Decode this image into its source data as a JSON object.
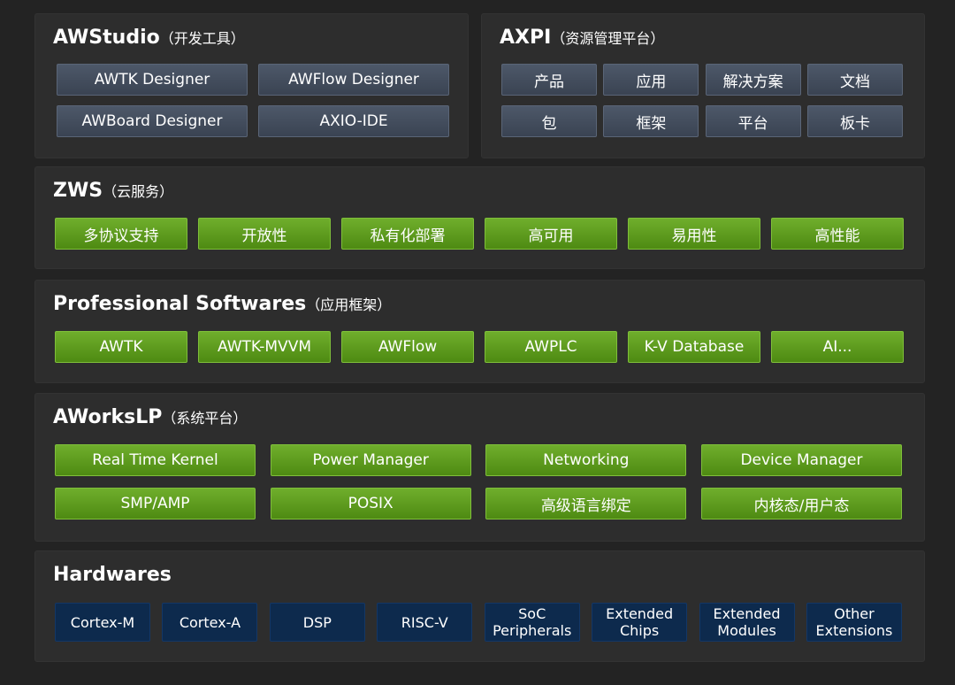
{
  "awstudio": {
    "title": "AWStudio",
    "subtitle": "（开发工具）",
    "items": [
      "AWTK Designer",
      "AWFlow Designer",
      "AWBoard Designer",
      "AXIO-IDE"
    ]
  },
  "axpi": {
    "title": "AXPI",
    "subtitle": "（资源管理平台）",
    "items": [
      "产品",
      "应用",
      "解决方案",
      "文档",
      "包",
      "框架",
      "平台",
      "板卡"
    ]
  },
  "zws": {
    "title": "ZWS",
    "subtitle": "（云服务）",
    "items": [
      "多协议支持",
      "开放性",
      "私有化部署",
      "高可用",
      "易用性",
      "高性能"
    ]
  },
  "professional": {
    "title": "Professional Softwares",
    "subtitle": "（应用框架）",
    "items": [
      "AWTK",
      "AWTK-MVVM",
      "AWFlow",
      "AWPLC",
      "K-V Database",
      "AI..."
    ]
  },
  "aworkslp": {
    "title": "AWorksLP",
    "subtitle": "（系统平台）",
    "items": [
      "Real Time Kernel",
      "Power Manager",
      "Networking",
      "Device Manager",
      "SMP/AMP",
      "POSIX",
      "高级语言绑定",
      "内核态/用户态"
    ]
  },
  "hardwares": {
    "title": "Hardwares",
    "items": [
      {
        "line1": "Cortex-M",
        "line2": ""
      },
      {
        "line1": "Cortex-A",
        "line2": ""
      },
      {
        "line1": "DSP",
        "line2": ""
      },
      {
        "line1": "RISC-V",
        "line2": ""
      },
      {
        "line1": "SoC",
        "line2": "Peripherals"
      },
      {
        "line1": "Extended",
        "line2": "Chips"
      },
      {
        "line1": "Extended",
        "line2": "Modules"
      },
      {
        "line1": "Other",
        "line2": "Extensions"
      }
    ]
  },
  "colors": {
    "background": "#232323",
    "panel": "#2d2d2d",
    "gray_box": "#434d5c",
    "green_box": "#5e9c20",
    "blue_box": "#0d2a4d"
  }
}
